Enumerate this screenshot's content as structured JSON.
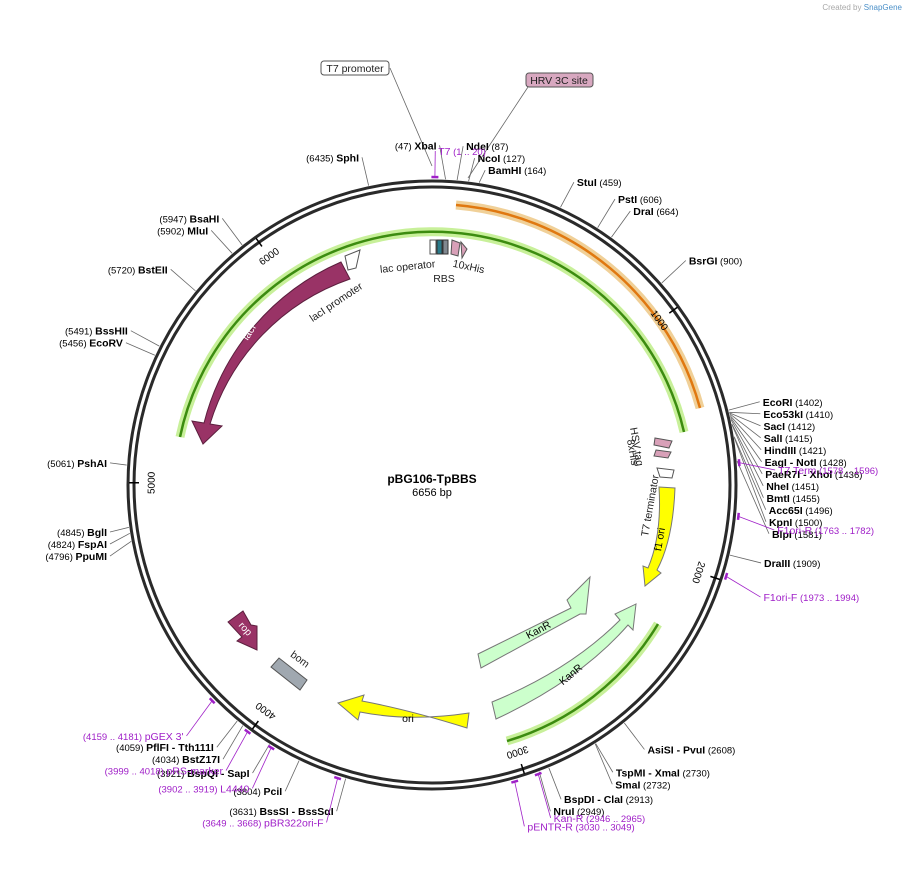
{
  "credit": {
    "prefix": "Created by",
    "brand": "SnapGene"
  },
  "plasmid": {
    "name": "pBG106-TpBBS",
    "size_label": "6656 bp",
    "length": 6656
  },
  "ticks": [
    {
      "label": "1000",
      "pos": 1000
    },
    {
      "label": "2000",
      "pos": 2000
    },
    {
      "label": "3000",
      "pos": 3000
    },
    {
      "label": "4000",
      "pos": 4000
    },
    {
      "label": "5000",
      "pos": 5000
    },
    {
      "label": "6000",
      "pos": 6000
    }
  ],
  "enzymes_right": [
    {
      "name": "NdeI",
      "pos": "(87)",
      "site": 87
    },
    {
      "name": "NcoI",
      "pos": "(127)",
      "site": 127
    },
    {
      "name": "BamHI",
      "pos": "(164)",
      "site": 164
    },
    {
      "name": "StuI",
      "pos": "(459)",
      "site": 459
    },
    {
      "name": "PstI",
      "pos": "(606)",
      "site": 606
    },
    {
      "name": "DraI",
      "pos": "(664)",
      "site": 664
    },
    {
      "name": "BsrGI",
      "pos": "(900)",
      "site": 900
    },
    {
      "name": "EcoRI",
      "pos": "(1402)",
      "site": 1402
    },
    {
      "name": "Eco53kI",
      "pos": "(1410)",
      "site": 1410
    },
    {
      "name": "SacI",
      "pos": "(1412)",
      "site": 1412
    },
    {
      "name": "SalI",
      "pos": "(1415)",
      "site": 1415
    },
    {
      "name": "HindIII",
      "pos": "(1421)",
      "site": 1421
    },
    {
      "name": "EagI - NotI",
      "pos": "(1428)",
      "site": 1428
    },
    {
      "name": "PaeR7I - XhoI",
      "pos": "(1436)",
      "site": 1436
    },
    {
      "name": "NheI",
      "pos": "(1451)",
      "site": 1451
    },
    {
      "name": "BmtI",
      "pos": "(1455)",
      "site": 1455
    },
    {
      "name": "Acc65I",
      "pos": "(1496)",
      "site": 1496
    },
    {
      "name": "KpnI",
      "pos": "(1500)",
      "site": 1500
    },
    {
      "name": "BlpI",
      "pos": "(1581)",
      "site": 1581
    },
    {
      "name": "DraIII",
      "pos": "(1909)",
      "site": 1909
    },
    {
      "name": "AsiSI - PvuI",
      "pos": "(2608)",
      "site": 2608
    },
    {
      "name": "TspMI - XmaI",
      "pos": "(2730)",
      "site": 2730
    },
    {
      "name": "SmaI",
      "pos": "(2732)",
      "site": 2732
    },
    {
      "name": "BspDI - ClaI",
      "pos": "(2913)",
      "site": 2913
    },
    {
      "name": "NruI",
      "pos": "(2949)",
      "site": 2949
    }
  ],
  "enzymes_left": [
    {
      "name": "XbaI",
      "pos": "(47)",
      "site": 47
    },
    {
      "name": "SphI",
      "pos": "(6435)",
      "site": 6435
    },
    {
      "name": "BsaHI",
      "pos": "(5947)",
      "site": 5947
    },
    {
      "name": "MluI",
      "pos": "(5902)",
      "site": 5902
    },
    {
      "name": "BstEII",
      "pos": "(5720)",
      "site": 5720
    },
    {
      "name": "BssHII",
      "pos": "(5491)",
      "site": 5491
    },
    {
      "name": "EcoRV",
      "pos": "(5456)",
      "site": 5456
    },
    {
      "name": "PshAI",
      "pos": "(5061)",
      "site": 5061
    },
    {
      "name": "BglI",
      "pos": "(4845)",
      "site": 4845
    },
    {
      "name": "FspAI",
      "pos": "(4824)",
      "site": 4824
    },
    {
      "name": "PpuMI",
      "pos": "(4796)",
      "site": 4796
    },
    {
      "name": "PflFI - Tth111I",
      "pos": "(4059)",
      "site": 4059
    },
    {
      "name": "BstZ17I",
      "pos": "(4034)",
      "site": 4034
    },
    {
      "name": "BspQI - SapI",
      "pos": "(3921)",
      "site": 3921
    },
    {
      "name": "PciI",
      "pos": "(3804)",
      "site": 3804
    },
    {
      "name": "BssSI - BssSαI",
      "pos": "(3631)",
      "site": 3631
    }
  ],
  "primers": [
    {
      "name": "T7",
      "range": "(1 .. 20)",
      "site": 10
    },
    {
      "name": "T7 Term",
      "range": "(1578 .. 1596)",
      "site": 1587
    },
    {
      "name": "F1ori-R",
      "range": "(1763 .. 1782)",
      "site": 1772
    },
    {
      "name": "F1ori-F",
      "range": "(1973 .. 1994)",
      "site": 1983
    },
    {
      "name": "Kan-R",
      "range": "(2946 .. 2965)",
      "site": 2955
    },
    {
      "name": "pENTR-R",
      "range": "(3030 .. 3049)",
      "site": 3040
    },
    {
      "name": "pBR322ori-F",
      "range": "(3649 .. 3668)",
      "site": 3658
    },
    {
      "name": "L4440",
      "range": "(3902 .. 3919)",
      "site": 3910
    },
    {
      "name": "pRS-marker",
      "range": "(3999 .. 4018)",
      "site": 4008
    },
    {
      "name": "pGEX 3'",
      "range": "(4159 .. 4181)",
      "site": 4170
    }
  ],
  "boxed_labels": {
    "t7_promoter": "T7 promoter",
    "hrv": "HRV 3C site"
  },
  "features": {
    "lacI": "lacI",
    "lacI_promoter": "lacI promoter",
    "lac_operator": "lac operator",
    "rbs": "RBS",
    "his10": "10xHis",
    "hsv": "HSV tag",
    "his8": "8xHis",
    "t7_terminator": "T7 terminator",
    "f1ori": "f1 ori",
    "kanr": "KanR",
    "ori": "ori",
    "rop": "rop",
    "bom": "bom"
  },
  "colors": {
    "backbone": "#2a2a2a",
    "lacI": "#993366",
    "orf_orange": "#f0a030",
    "f1ori": "#ffff00",
    "kanr": "#ccffcc",
    "ori": "#ffff00",
    "rop": "#993366",
    "bom": "#a0a8b0",
    "primer": "#a020c8",
    "green_arc": "#3c8c10",
    "glow": "#c8f09a"
  }
}
